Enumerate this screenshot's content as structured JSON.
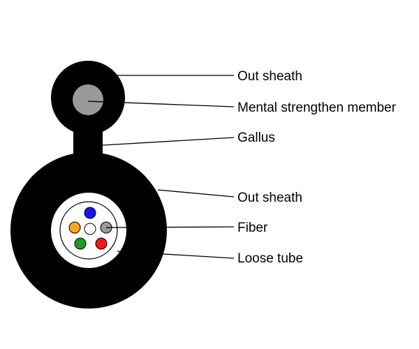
{
  "colors": {
    "background": "#ffffff",
    "sheath": "#000000",
    "strength_member": "#999999",
    "tube_fill": "#ffffff",
    "fiber_blue": "#1515ee",
    "fiber_orange": "#f5a623",
    "fiber_white": "#ffffff",
    "fiber_gray": "#999999",
    "fiber_green": "#1e9a2a",
    "fiber_red": "#f01818",
    "leader_line": "#000000",
    "label_text": "#000000"
  },
  "fibers": [
    {
      "name": "blue",
      "color": "#1515ee"
    },
    {
      "name": "orange",
      "color": "#f5a623"
    },
    {
      "name": "white",
      "color": "#ffffff"
    },
    {
      "name": "gray",
      "color": "#999999"
    },
    {
      "name": "green",
      "color": "#1e9a2a"
    },
    {
      "name": "red",
      "color": "#f01818"
    }
  ],
  "labels": {
    "messenger_out_sheath": "Out sheath",
    "strength_member": "Mental strengthen member",
    "gallus": "Gallus",
    "cable_out_sheath": "Out sheath",
    "fiber": "Fiber",
    "loose_tube": "Loose tube"
  }
}
